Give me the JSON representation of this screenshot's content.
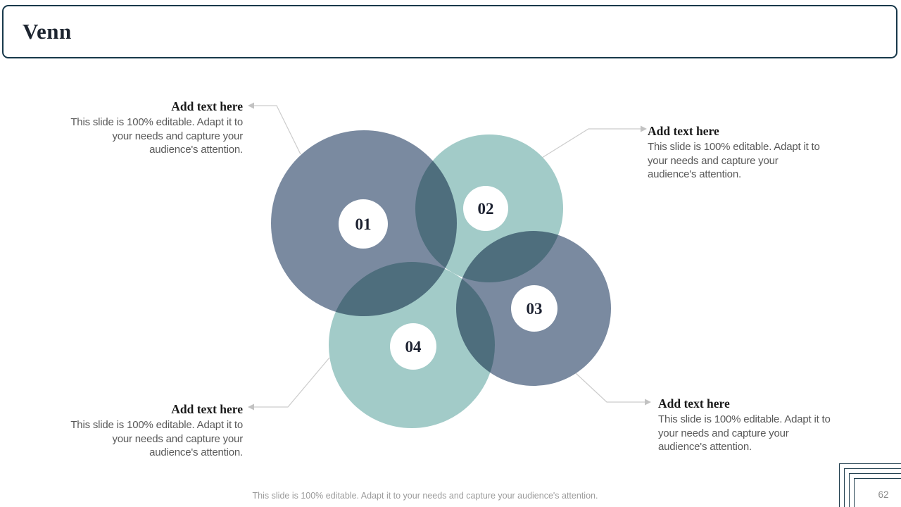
{
  "slide": {
    "title": "Venn",
    "footer_text": "This slide is 100% editable. Adapt it to your needs and capture your audience's attention.",
    "page_number": "62"
  },
  "colors": {
    "accent_navy": "#17384a",
    "slate_circle": "#7a8aa0",
    "teal_circle": "#a2cbc8",
    "connector_gray": "#cccccc",
    "heading_text": "#191919",
    "body_text": "#595959",
    "badge_fill": "#ffffff"
  },
  "venn": {
    "circles": [
      {
        "number": "01",
        "color": "#7a8aa0"
      },
      {
        "number": "02",
        "color": "#a2cbc8"
      },
      {
        "number": "03",
        "color": "#7a8aa0"
      },
      {
        "number": "04",
        "color": "#a2cbc8"
      }
    ]
  },
  "labels": {
    "top_left": {
      "heading": "Add text here",
      "body": "This slide is 100% editable. Adapt it to your needs and capture your audience's attention."
    },
    "top_right": {
      "heading": "Add text here",
      "body": "This slide is 100% editable. Adapt it to your needs and capture your audience's attention."
    },
    "bottom_left": {
      "heading": "Add text here",
      "body": "This slide is 100% editable. Adapt it to your needs and capture your audience's attention."
    },
    "bottom_right": {
      "heading": "Add text here",
      "body": "This slide is 100% editable. Adapt it to your needs and capture your audience's attention."
    }
  }
}
